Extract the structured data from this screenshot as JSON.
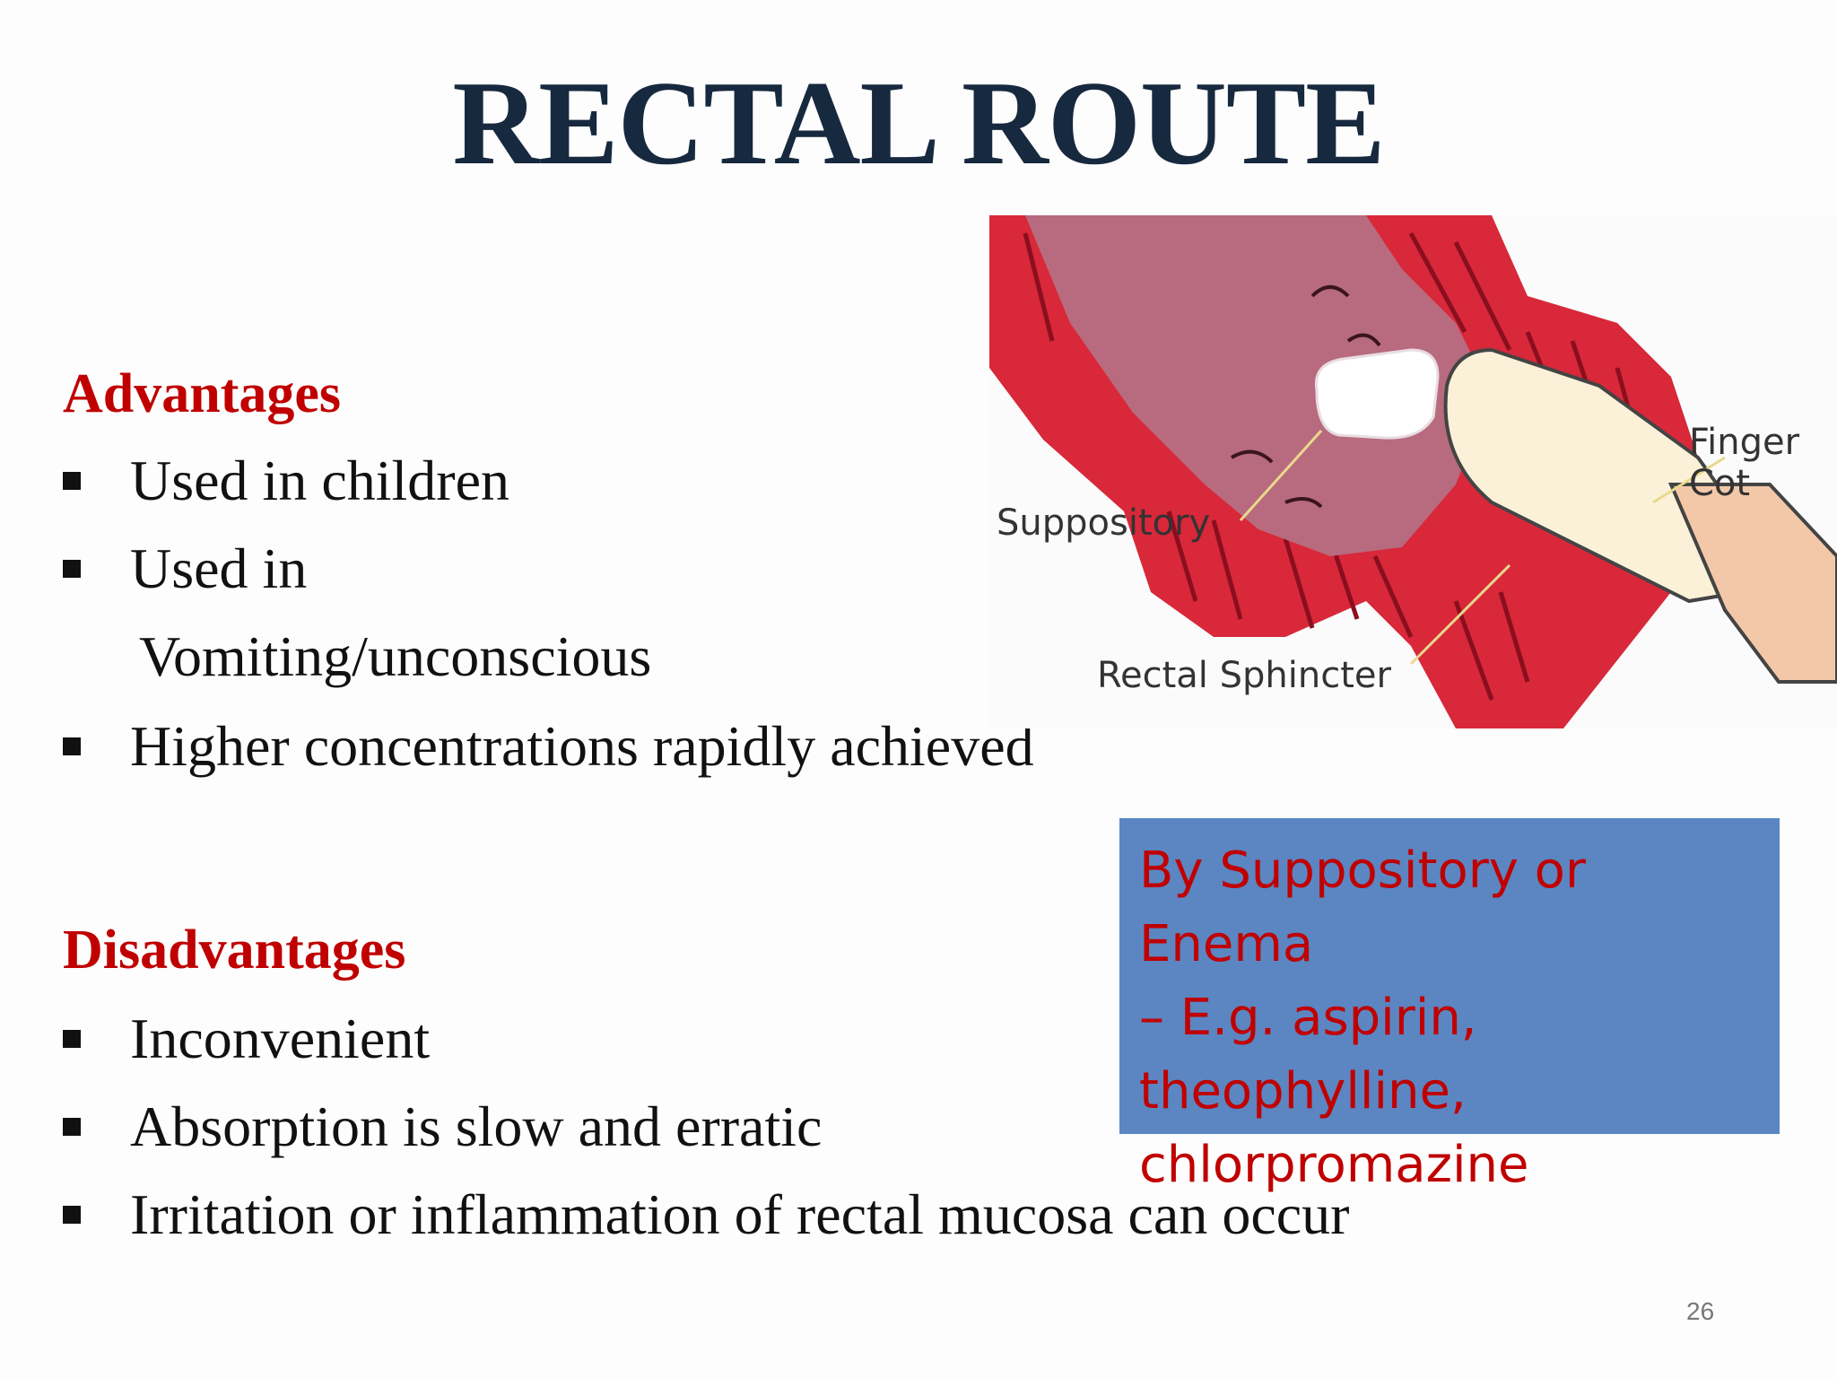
{
  "slide": {
    "title": "RECTAL ROUTE",
    "page_number": "26"
  },
  "advantages": {
    "heading": "Advantages",
    "items": [
      "Used in children",
      "Used in",
      "Higher concentrations rapidly achieved"
    ],
    "continuation": "Vomiting/unconscious"
  },
  "disadvantages": {
    "heading": "Disadvantages",
    "items": [
      "Inconvenient",
      "Absorption is slow and erratic",
      "Irritation or inflammation of rectal mucosa can occur"
    ]
  },
  "figure": {
    "labels": {
      "finger_cot": "Finger Cot",
      "suppository": "Suppository",
      "rectal_sphincter": "Rectal Sphincter"
    }
  },
  "infobox": {
    "lines": [
      "By Suppository or Enema",
      "– E.g. aspirin,",
      "theophylline,",
      "chlorpromazine"
    ]
  },
  "colors": {
    "title": "#17293f",
    "heading": "#c00000",
    "infobox_bg": "#5b86c2",
    "infobox_text": "#c00000",
    "tissue": "#d8283a",
    "lumen": "#b86b7e"
  }
}
